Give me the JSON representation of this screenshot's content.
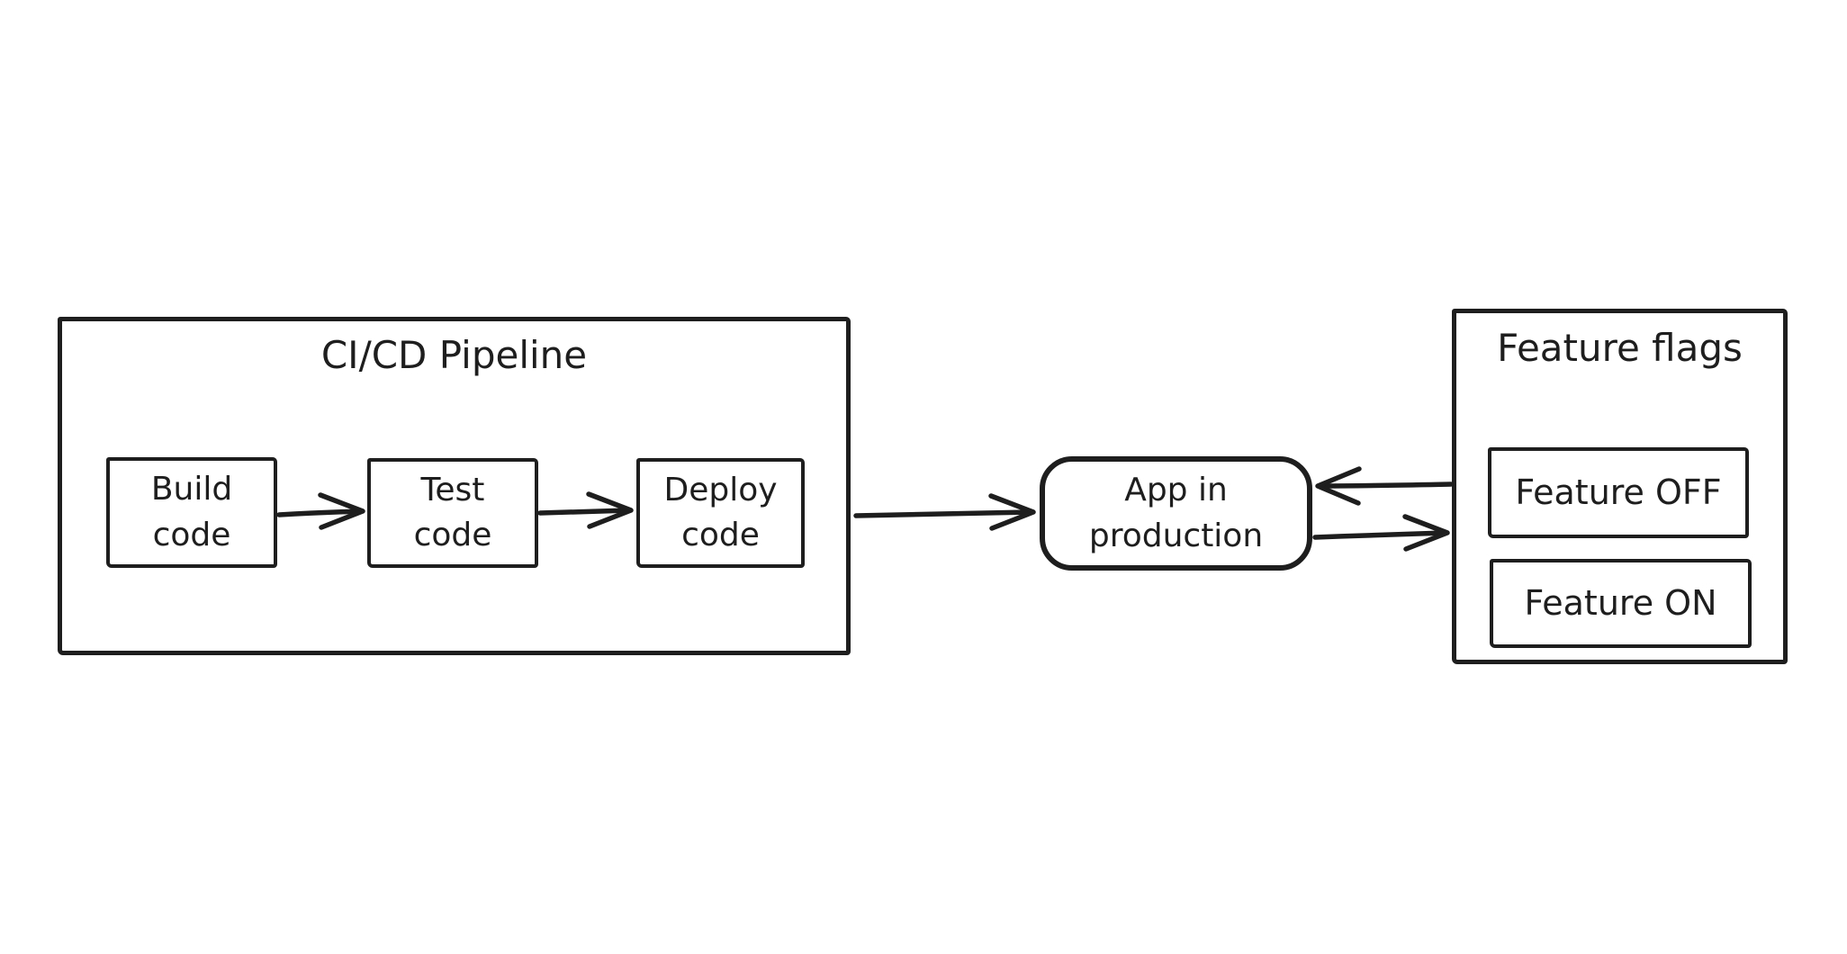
{
  "diagram": {
    "pipeline": {
      "title": "CI/CD Pipeline",
      "steps": [
        {
          "label": "Build\ncode"
        },
        {
          "label": "Test\ncode"
        },
        {
          "label": "Deploy\ncode"
        }
      ]
    },
    "app": {
      "label": "App in\nproduction"
    },
    "feature_flags": {
      "title": "Feature flags",
      "states": [
        {
          "label": "Feature OFF"
        },
        {
          "label": "Feature ON"
        }
      ]
    },
    "arrows": [
      {
        "name": "build-to-test",
        "direction": "right"
      },
      {
        "name": "test-to-deploy",
        "direction": "right"
      },
      {
        "name": "pipeline-to-app",
        "direction": "right"
      },
      {
        "name": "feature-flags-to-app",
        "direction": "left"
      },
      {
        "name": "app-to-feature-flags",
        "direction": "right"
      }
    ],
    "colors": {
      "stroke": "#1e1e1e",
      "background": "#ffffff"
    }
  }
}
